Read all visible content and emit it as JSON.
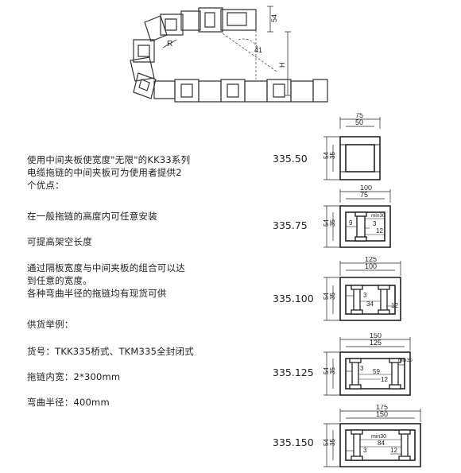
{
  "chain_drawing": {
    "dim_radius": "R",
    "dim_angle": "41",
    "dim_pitch": "54",
    "dim_height": "H"
  },
  "description": {
    "p1": [
      "使用中间夹板使宽度\"无限\"的KK33系列",
      "电缆拖链的中间夹板可为使用者提供2",
      "个优点："
    ],
    "p2": "在一般拖链的高度内可任意安装",
    "p3": "可提高架空长度",
    "p4": [
      "通过隔板宽度与中间夹板的组合可以达",
      "到任意的宽度。",
      "各种弯曲半径的拖链均有现货可供"
    ],
    "p5": "供货举例：",
    "p6": "货号：TKK335桥式、TKM335全封闭式",
    "p7": "拖链内宽：2*300mm",
    "p8": "弯曲半径：400mm"
  },
  "models": [
    {
      "label": "335.50",
      "outer": "75",
      "inner": "50",
      "h1": "54",
      "h2": "35"
    },
    {
      "label": "335.75",
      "outer": "100",
      "inner": "75",
      "h1": "54",
      "h2": "35",
      "d1": "min30",
      "d2": "9",
      "d3": "3",
      "d4": "12"
    },
    {
      "label": "335.100",
      "outer": "125",
      "inner": "100",
      "h1": "54",
      "h2": "35",
      "d1": "3",
      "d2": "34",
      "d3": "12"
    },
    {
      "label": "335.125",
      "outer": "150",
      "inner": "125",
      "h1": "54",
      "h2": "35",
      "d1": "min30",
      "d2": "3",
      "d3": "59",
      "d4": "12"
    },
    {
      "label": "335.150",
      "outer": "175",
      "inner": "150",
      "h1": "54",
      "h2": "35",
      "d1": "min30",
      "d2": "84",
      "d3": "3",
      "d4": "12"
    }
  ]
}
